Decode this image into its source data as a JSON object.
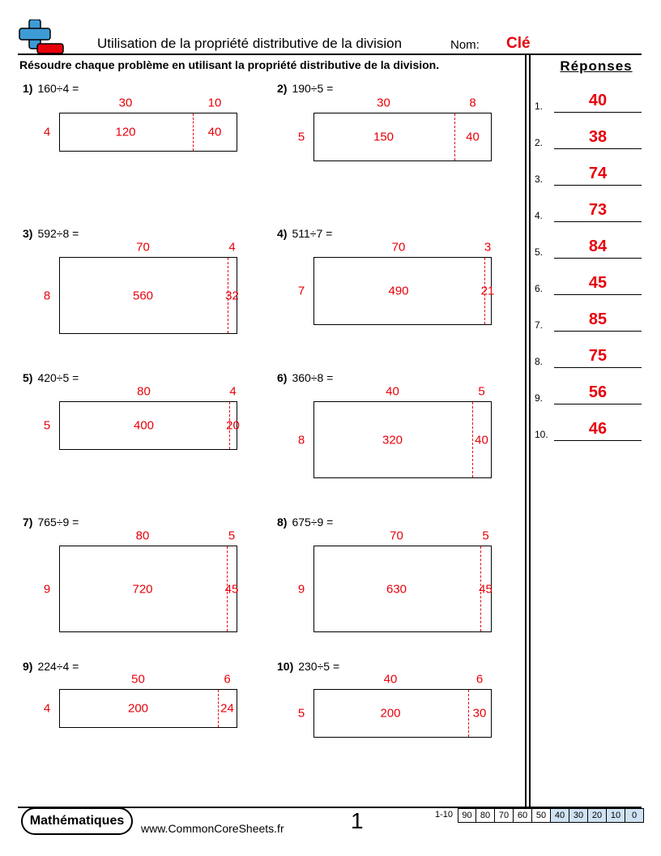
{
  "header": {
    "title": "Utilisation de la propriété distributive de la division",
    "name_label": "Nom:",
    "key_label": "Clé"
  },
  "instructions": "Résoudre chaque problème en utilisant la propriété distributive de la division.",
  "answers_title": "Réponses",
  "problems": [
    {
      "number": "1)",
      "expression": "160÷4 =",
      "divisor": "4",
      "top_a": "30",
      "top_b": "10",
      "part_a": "120",
      "part_b": "40"
    },
    {
      "number": "2)",
      "expression": "190÷5 =",
      "divisor": "5",
      "top_a": "30",
      "top_b": "8",
      "part_a": "150",
      "part_b": "40"
    },
    {
      "number": "3)",
      "expression": "592÷8 =",
      "divisor": "8",
      "top_a": "70",
      "top_b": "4",
      "part_a": "560",
      "part_b": "32"
    },
    {
      "number": "4)",
      "expression": "511÷7 =",
      "divisor": "7",
      "top_a": "70",
      "top_b": "3",
      "part_a": "490",
      "part_b": "21"
    },
    {
      "number": "5)",
      "expression": "420÷5 =",
      "divisor": "5",
      "top_a": "80",
      "top_b": "4",
      "part_a": "400",
      "part_b": "20"
    },
    {
      "number": "6)",
      "expression": "360÷8 =",
      "divisor": "8",
      "top_a": "40",
      "top_b": "5",
      "part_a": "320",
      "part_b": "40"
    },
    {
      "number": "7)",
      "expression": "765÷9 =",
      "divisor": "9",
      "top_a": "80",
      "top_b": "5",
      "part_a": "720",
      "part_b": "45"
    },
    {
      "number": "8)",
      "expression": "675÷9 =",
      "divisor": "9",
      "top_a": "70",
      "top_b": "5",
      "part_a": "630",
      "part_b": "45"
    },
    {
      "number": "9)",
      "expression": "224÷4 =",
      "divisor": "4",
      "top_a": "50",
      "top_b": "6",
      "part_a": "200",
      "part_b": "24"
    },
    {
      "number": "10)",
      "expression": "230÷5 =",
      "divisor": "5",
      "top_a": "40",
      "top_b": "6",
      "part_a": "200",
      "part_b": "30"
    }
  ],
  "answers": [
    {
      "label": "1.",
      "value": "40"
    },
    {
      "label": "2.",
      "value": "38"
    },
    {
      "label": "3.",
      "value": "74"
    },
    {
      "label": "4.",
      "value": "73"
    },
    {
      "label": "5.",
      "value": "84"
    },
    {
      "label": "6.",
      "value": "45"
    },
    {
      "label": "7.",
      "value": "85"
    },
    {
      "label": "8.",
      "value": "75"
    },
    {
      "label": "9.",
      "value": "56"
    },
    {
      "label": "10.",
      "value": "46"
    }
  ],
  "footer": {
    "badge": "Mathématiques",
    "site": "www.CommonCoreSheets.fr",
    "page_number": "1",
    "scale_label": "1-10",
    "scale": [
      "90",
      "80",
      "70",
      "60",
      "50",
      "40",
      "30",
      "20",
      "10",
      "0"
    ]
  },
  "colors": {
    "accent_red": "#e8000b",
    "logo_blue": "#3d9bd6",
    "scale_blue": "#cfe2f3"
  }
}
